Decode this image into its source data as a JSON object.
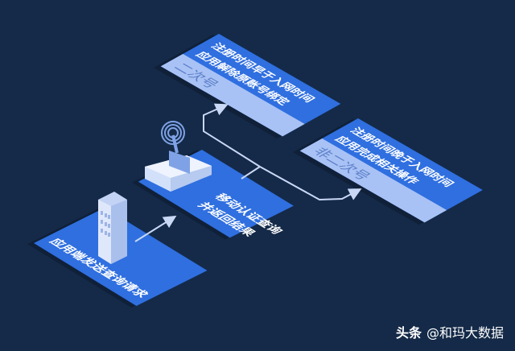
{
  "nodes": {
    "app_request": {
      "label": "应用端发送查询请求"
    },
    "mobile_auth": {
      "lines": [
        "移动认证查询",
        "并返回结果"
      ]
    },
    "secondary": {
      "lines": [
        "注册时间早于入网时间",
        "应用解除原账号绑定"
      ],
      "tag": "二次号"
    },
    "non_secondary": {
      "lines": [
        "注册时间晚于入网时间",
        "应用完成相关操作"
      ],
      "tag": "非二次号"
    }
  },
  "watermark": {
    "platform": "头条",
    "account": "@和玛大数据"
  },
  "colors": {
    "background": "#142a48",
    "platform": "#2f6fe0",
    "tag_strip": "#a9c2f5",
    "line": "#c9d8f5"
  }
}
